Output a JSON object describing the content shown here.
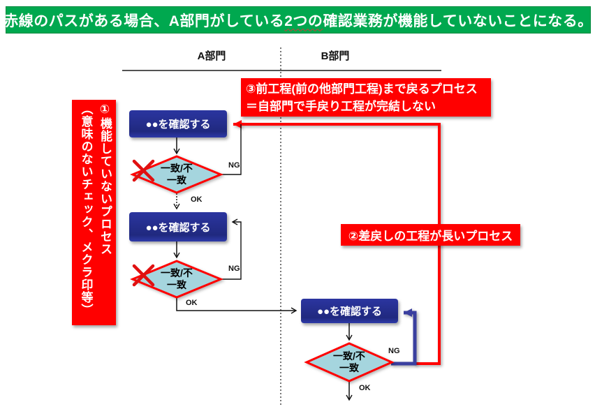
{
  "banner": {
    "pre": "赤線のパスがある場合、A部門がしている",
    "wavy": "2つの",
    "post": "確認業務が機能していないことになる。"
  },
  "lanes": {
    "a_label": "A部門",
    "b_label": "B部門"
  },
  "side_note": {
    "line1": "①機能していないプロセス",
    "line2": "（意味のないチェック、メクラ印等）"
  },
  "note3": {
    "line1": "③前工程(前の他部門工程)まで戻るプロセス",
    "line2": "＝自部門で手戻り工程が完結しない"
  },
  "note2": {
    "text": "②差戻しの工程が長いプロセス"
  },
  "flow": {
    "processes": [
      {
        "label": "●●を確認する"
      },
      {
        "label": "●●を確認する"
      },
      {
        "label": "●●を確認する"
      }
    ],
    "decisions": [
      {
        "line1": "一致/不",
        "line2": "一致",
        "crossed": true
      },
      {
        "line1": "一致/不",
        "line2": "一致",
        "crossed": true
      },
      {
        "line1": "一致/不",
        "line2": "一致",
        "crossed": false
      }
    ],
    "labels": {
      "ng": "NG",
      "ok": "OK"
    }
  },
  "colors": {
    "banner_green": "#00a84f",
    "alert_red": "#ff0000",
    "process_blue": "#232c8e",
    "decision_fill": "#a5d5de",
    "loop_blue": "#3a3f9f"
  }
}
